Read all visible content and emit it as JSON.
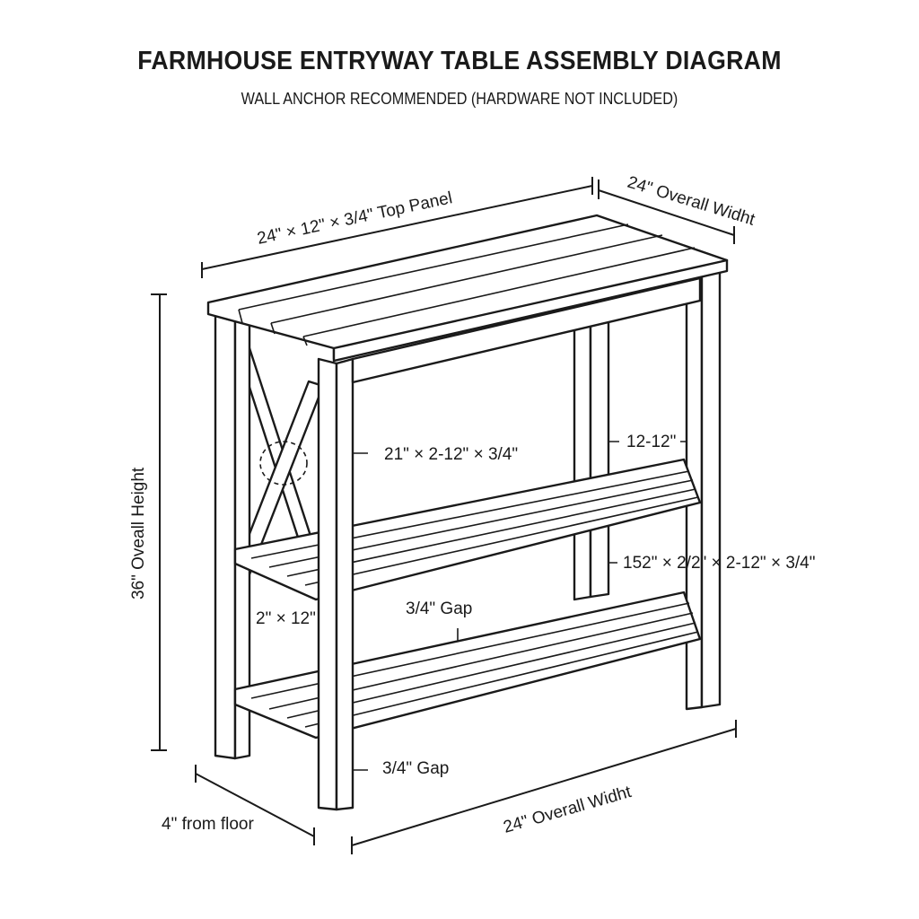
{
  "title": "FARMHOUSE ENTRYWAY TABLE ASSEMBLY DIAGRAM",
  "subtitle": "WALL ANCHOR RECOMMENDED (HARDWARE NOT INCLUDED)",
  "labels": {
    "top_panel": "24\" × 12\" × 3/4\" Top Panel",
    "overall_width_top": "24\" Overall Widht",
    "overall_height": "36\"  Oveall Height",
    "leg_dim": "21\" × 2-12\" × 3/4\"",
    "side_dim": "12-12\"",
    "shelf_dim": "152\" × 2/2\" × 2-12\" × 3/4\"",
    "rail_dim": "2\" × 12\"",
    "gap_middle": "3/4\" Gap",
    "gap_bottom": "3/4\" Gap",
    "from_floor": "4\" from floor",
    "overall_width_bottom": "24\" Overall Widht"
  }
}
